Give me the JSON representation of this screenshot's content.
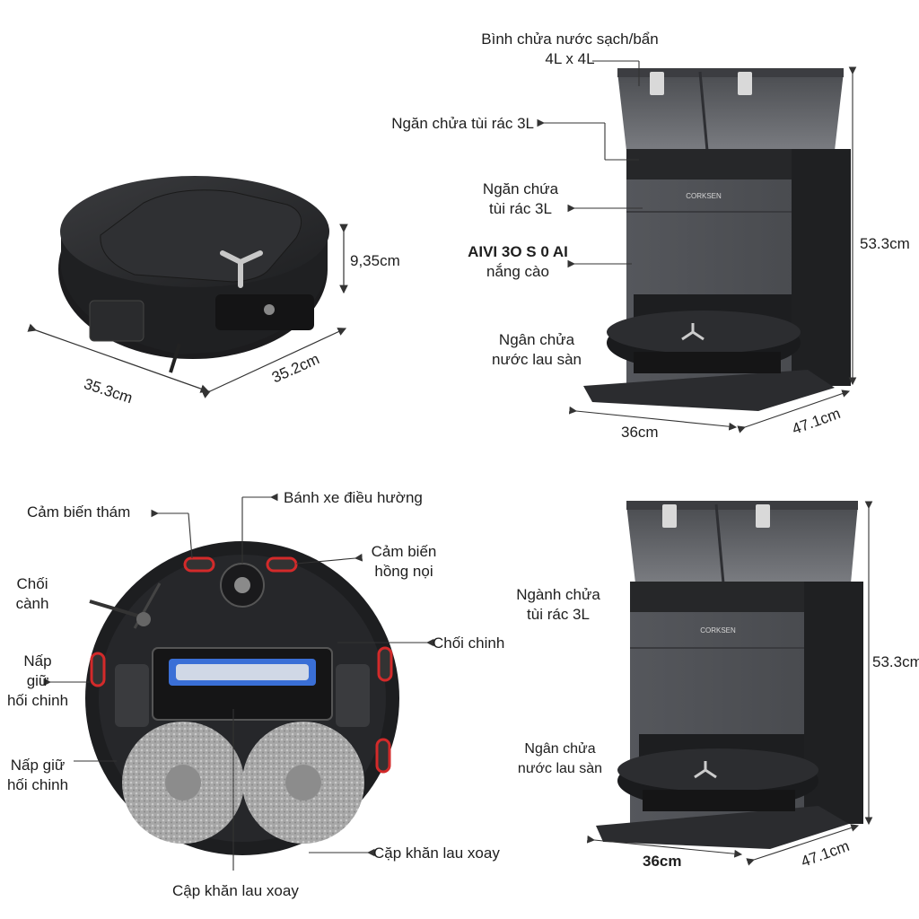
{
  "colors": {
    "body_dark": "#2b2b2d",
    "station_gray": "#5a5c61",
    "tank_gray": "#6e7075",
    "accent_red": "#d32a2a",
    "mop_gray": "#a9a9a9",
    "line": "#333333"
  },
  "robot_top": {
    "height_label": "9,35cm",
    "depth_label": "35.3cm",
    "width_label": "35.2cm"
  },
  "station_top": {
    "tank_label_line1": "Bình chửa nước sạch/bẩn",
    "tank_label_line2": "4L x 4L",
    "bag_label_1": "Ngăn chửa tùi rác 3L",
    "bag_label_2_line1": "Ngăn chứa",
    "bag_label_2_line2": "tùi rác 3L",
    "ai_label_line1": "AIVI 3O S 0 AI",
    "ai_label_line2": "nắng cào",
    "water_label_line1": "Ngân chửa",
    "water_label_line2": "nước lau sàn",
    "height_label": "53.3cm",
    "width_label": "36cm",
    "depth_label": "47.1cm",
    "brand_text": "CORKSEN"
  },
  "robot_bottom": {
    "sensor_label": "Cảm biến thám",
    "wheel_label": "Bánh xe điều hường",
    "ir_label_line1": "Cảm biến",
    "ir_label_line2": "hồng nọi",
    "side_brush_line1": "Chối",
    "side_brush_line2": "cành",
    "main_brush": "Chối chinh",
    "cover1_line1": "Nấp",
    "cover1_line2": "giữ",
    "cover1_line3": "hối chinh",
    "cover2_line1": "Nấp giữ",
    "cover2_line2": "hối chinh",
    "mop_right": "Cặp khăn lau xoay",
    "mop_bottom": "Cập khăn lau xoay"
  },
  "station_bottom": {
    "bag_label_line1": "Ngành chửa",
    "bag_label_line2": "tùi rác 3L",
    "water_label_line1": "Ngân chửa",
    "water_label_line2": "nước lau sàn",
    "height_label": "53.3cm",
    "width_label": "36cm",
    "depth_label": "47.1cm",
    "brand_text": "CORKSEN"
  }
}
